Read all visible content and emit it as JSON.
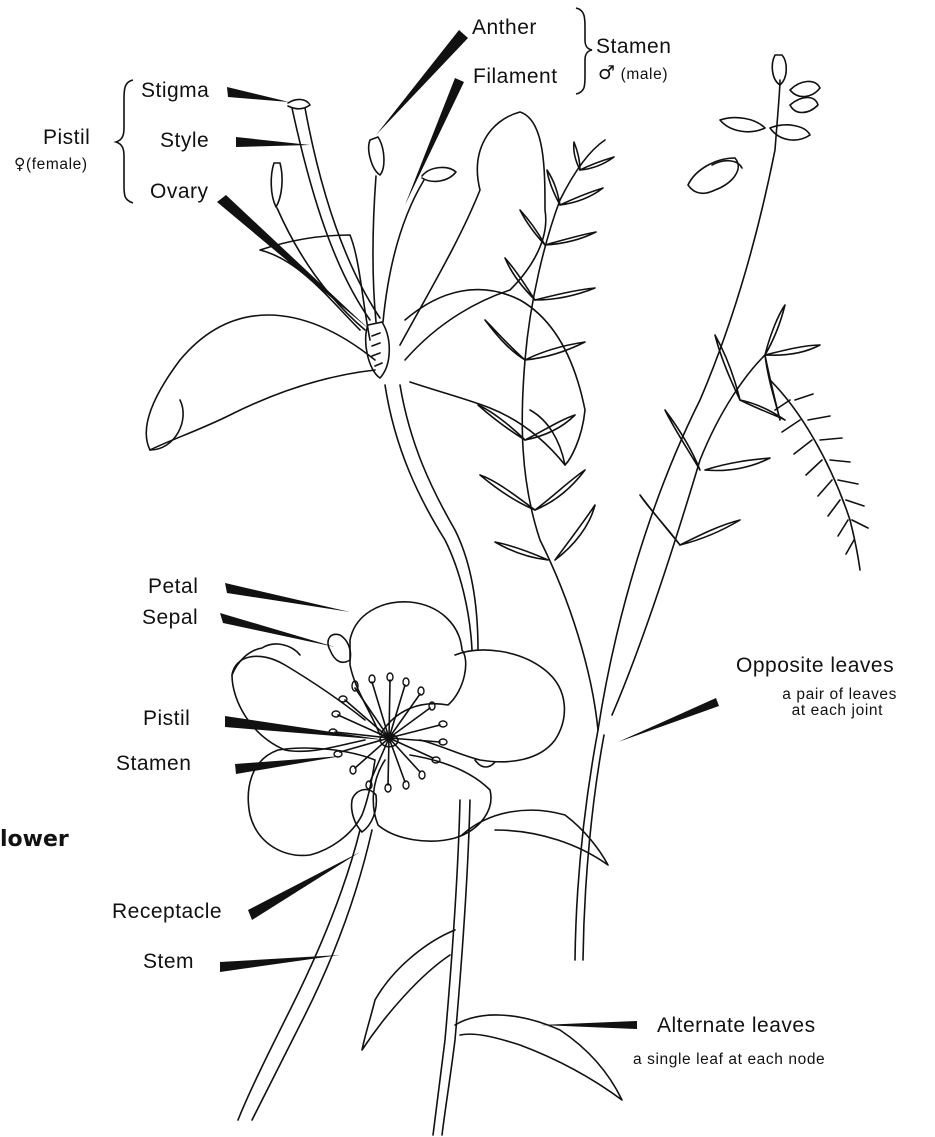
{
  "lily_labels": {
    "stigma": "Stigma",
    "style": "Style",
    "ovary": "Ovary",
    "pistil": "Pistil",
    "female_symbol": "♀",
    "female_text": "(female)",
    "anther": "Anther",
    "filament": "Filament",
    "stamen": "Stamen",
    "male_symbol": "♂",
    "male_text": "(male)"
  },
  "rose_labels": {
    "petal": "Petal",
    "sepal": "Sepal",
    "pistil": "Pistil",
    "stamen": "Stamen",
    "receptacle": "Receptacle",
    "stem": "Stem"
  },
  "side_title": "lower",
  "leaf_labels": {
    "opposite_title": "Opposite leaves",
    "opposite_line1": "a pair of leaves",
    "opposite_line2": "at each joint",
    "alternate_title": "Alternate leaves",
    "alternate_desc": "a single leaf at each node"
  }
}
